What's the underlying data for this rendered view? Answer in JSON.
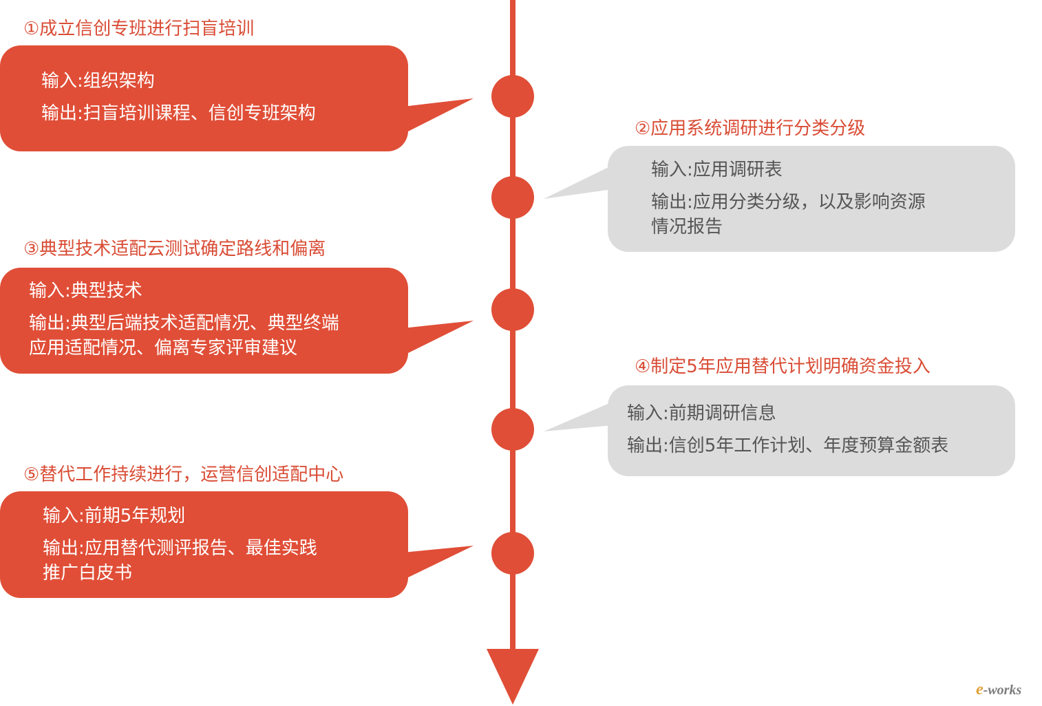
{
  "colors": {
    "accent_red": "#e04e37",
    "bubble_gray": "#dcdcdc",
    "title_red": "#d94c35",
    "gray_text": "#555555",
    "white_text": "#ffffff"
  },
  "steps": [
    {
      "title": "①成立信创专班进行扫盲培训",
      "input": "输入:组织架构",
      "output_lines": [
        "输出:扫盲培训课程、信创专班架构"
      ]
    },
    {
      "title": "②应用系统调研进行分类分级",
      "input": "输入:应用调研表",
      "output_lines": [
        "输出:应用分类分级，以及影响资源",
        "情况报告"
      ]
    },
    {
      "title": "③典型技术适配云测试确定路线和偏离",
      "input": "输入:典型技术",
      "output_lines": [
        "输出:典型后端技术适配情况、典型终端",
        "应用适配情况、偏离专家评审建议"
      ]
    },
    {
      "title": "④制定5年应用替代计划明确资金投入",
      "input": "输入:前期调研信息",
      "output_lines": [
        "输出:信创5年工作计划、年度预算金额表"
      ]
    },
    {
      "title": "⑤替代工作持续进行，运营信创适配中心",
      "input": "输入:前期5年规划",
      "output_lines": [
        "输出:应用替代测评报告、最佳实践",
        "推广白皮书"
      ]
    }
  ],
  "logo": {
    "first": "e",
    "rest": "-works"
  }
}
